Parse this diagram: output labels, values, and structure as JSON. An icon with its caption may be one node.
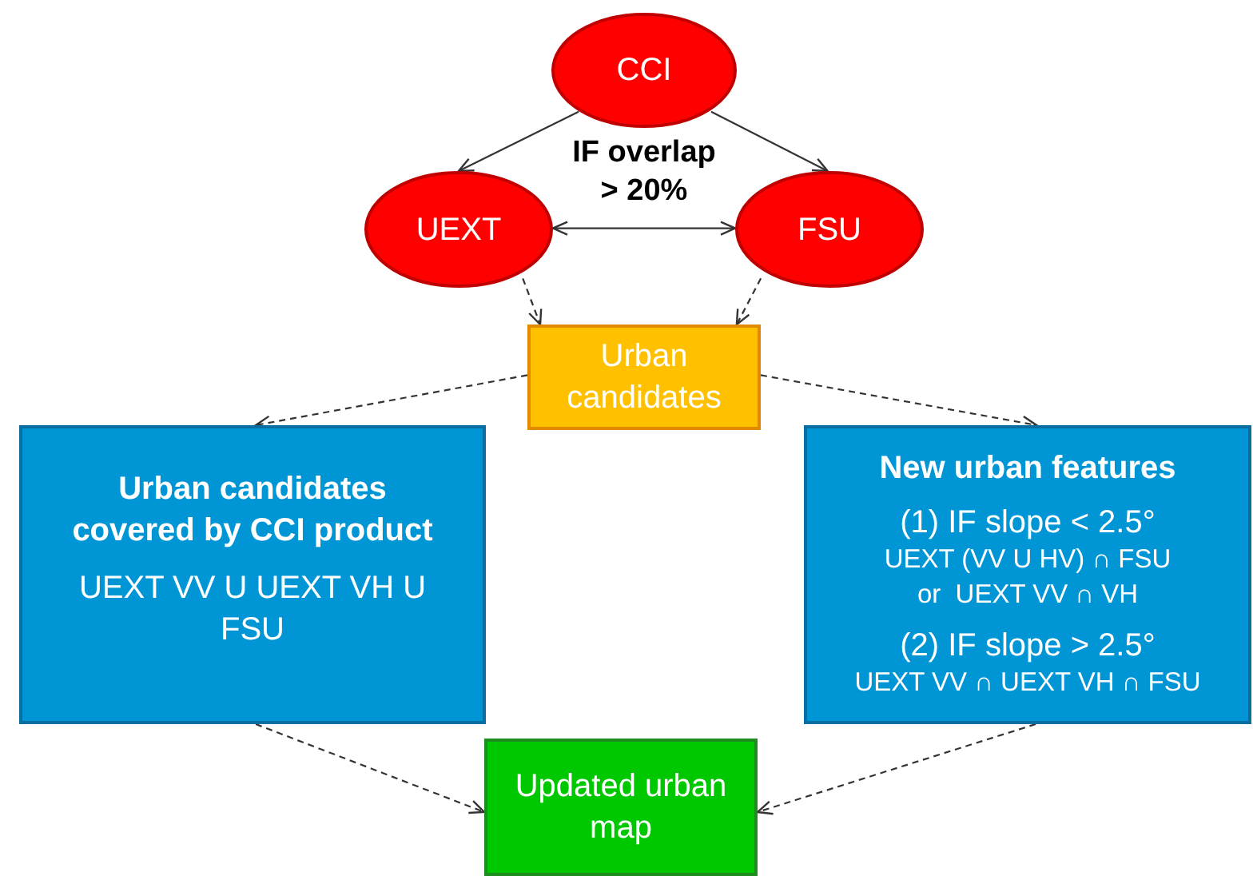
{
  "diagram": {
    "nodes": [
      {
        "text": [
          "CCI"
        ]
      },
      {
        "text": [
          "UEXT"
        ]
      },
      {
        "text": [
          "FSU"
        ]
      },
      {
        "text": [
          "Urban candidates"
        ]
      },
      {
        "text": [
          "Urban candidates covered by CCI product",
          "UEXT VV U UEXT VH U FSU"
        ]
      },
      {
        "text": [
          "New urban features",
          "(1) IF slope < 2.5°",
          "UEXT (VV U HV) ∩ FSU",
          "or  UEXT VV ∩ VH",
          "(2) IF slope > 2.5°",
          "UEXT VV ∩ UEXT VH ∩ FSU"
        ]
      },
      {
        "text": [
          "Updated urban map"
        ]
      }
    ],
    "edges": [
      {
        "from": 0,
        "to": 1,
        "arrow": "to"
      },
      {
        "from": 0,
        "to": 2,
        "arrow": "to"
      },
      {
        "from": 1,
        "to": 2,
        "arrow": "both",
        "label": "IF overlap > 20%"
      },
      {
        "from": 1,
        "to": 3,
        "arrow": "to",
        "style": "dashed"
      },
      {
        "from": 2,
        "to": 3,
        "arrow": "to",
        "style": "dashed"
      },
      {
        "from": 3,
        "to": 4,
        "arrow": "to",
        "style": "dashed"
      },
      {
        "from": 3,
        "to": 5,
        "arrow": "to",
        "style": "dashed"
      },
      {
        "from": 4,
        "to": 6,
        "arrow": "to",
        "style": "dashed"
      },
      {
        "from": 5,
        "to": 6,
        "arrow": "to",
        "style": "dashed"
      }
    ]
  }
}
